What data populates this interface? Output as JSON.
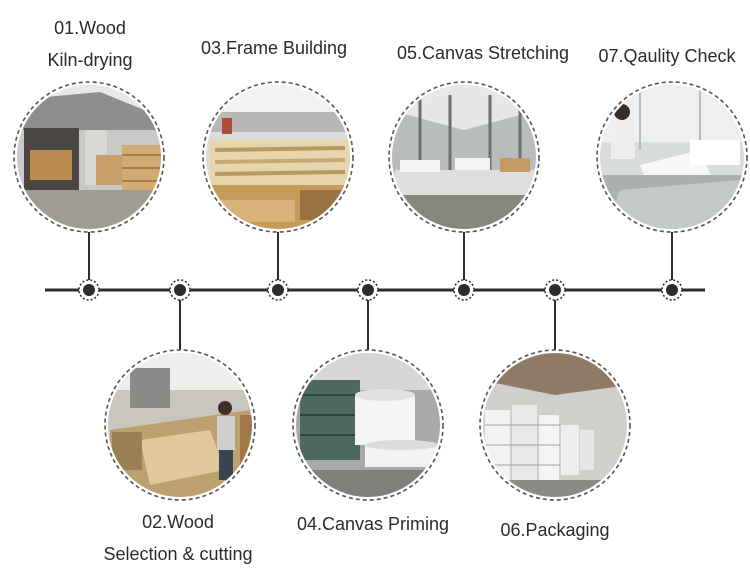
{
  "steps": [
    {
      "number": "01",
      "title": "Wood",
      "subtitle": "Kiln-drying",
      "photo": "wood-kiln-drying-photo"
    },
    {
      "number": "02",
      "title": "Wood",
      "subtitle": "Selection & cutting",
      "photo": "wood-selection-cutting-photo"
    },
    {
      "number": "03",
      "title": "Frame Building",
      "subtitle": "",
      "photo": "frame-building-photo"
    },
    {
      "number": "04",
      "title": "Canvas Priming",
      "subtitle": "",
      "photo": "canvas-priming-photo"
    },
    {
      "number": "05",
      "title": "Canvas Stretching",
      "subtitle": "",
      "photo": "canvas-stretching-photo"
    },
    {
      "number": "06",
      "title": "Packaging",
      "subtitle": "",
      "photo": "packaging-photo"
    },
    {
      "number": "07",
      "title": "Qaulity Check",
      "subtitle": "",
      "photo": "quality-check-photo"
    }
  ],
  "labels": {
    "s1_line1": "01.Wood",
    "s1_line2": "Kiln-drying",
    "s2_line1": "02.Wood",
    "s2_line2": "Selection & cutting",
    "s3": "03.Frame Building",
    "s4": "04.Canvas Priming",
    "s5": "05.Canvas Stretching",
    "s6": "06.Packaging",
    "s7": "07.Qaulity Check"
  },
  "colors": {
    "timeline": "#2d2d2d",
    "dot": "#2d2d2d",
    "ring_dash": "#555555",
    "text": "#2b2b2b"
  }
}
